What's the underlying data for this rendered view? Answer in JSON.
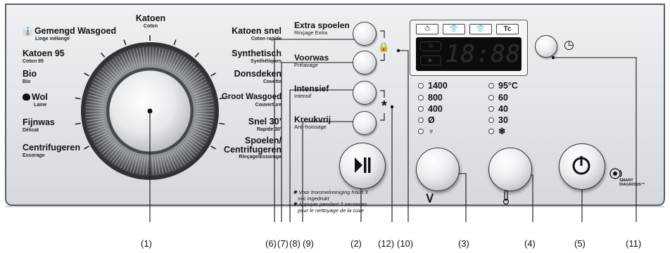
{
  "programs": {
    "top": {
      "main": "Katoen",
      "sub": "Coton"
    },
    "left": [
      {
        "main": "Gemengd Wasgoed",
        "sub": "Linge mélangé"
      },
      {
        "main": "Katoen 95",
        "sub": "Coton 95"
      },
      {
        "main": "Bio",
        "sub": "Bio"
      },
      {
        "main": "Wol",
        "sub": "Laine"
      },
      {
        "main": "Fijnwas",
        "sub": "Délicat"
      },
      {
        "main": "Centrifugeren",
        "sub": "Essorage"
      }
    ],
    "right": [
      {
        "main": "Katoen snel",
        "sub": "Coton rapide"
      },
      {
        "main": "Synthetisch",
        "sub": "Synthétiques"
      },
      {
        "main": "Donsdeken",
        "sub": "Couette"
      },
      {
        "main": "Groot Wasgoed",
        "sub": "Couverture"
      },
      {
        "main": "Snel 30’",
        "sub": "Rapide 30’"
      },
      {
        "main": "Spoelen/",
        "main2": "Centrifugeren",
        "sub": "Rinçage/Essorage"
      }
    ]
  },
  "options": [
    {
      "main": "Extra spoelen",
      "sub": "Rinçage Extra"
    },
    {
      "main": "Voorwas",
      "sub": "Prélavage"
    },
    {
      "main": "Intensief",
      "sub": "Intensif"
    },
    {
      "main": "Kreukvrij",
      "sub": "Anti-froissage"
    }
  ],
  "symbols": {
    "lock": "🔒",
    "star": "*",
    "clock": "◷"
  },
  "display": {
    "time": "18:88",
    "mode_icons": [
      "⏱",
      "👕",
      "👕",
      "Tc"
    ],
    "screen_icons": [
      "⚙",
      "▶"
    ]
  },
  "spin_speeds": [
    "1400",
    "800",
    "400",
    "Ø",
    "♆"
  ],
  "temperatures": [
    "95°C",
    "60",
    "40",
    "30",
    "❄"
  ],
  "note": [
    "✱ Voor trommelreiniging houd 3",
    "sec ingedrukt",
    "✱ Appuyer pendant 3 secondes",
    "pour le nettoyage de la cuve"
  ],
  "smart": {
    "line1": "SMART",
    "line2": "DIAGNOSIS™"
  },
  "callouts": [
    "(1)",
    "(6)",
    "(7)",
    "(8)",
    "(9)",
    "(2)",
    "(12)",
    "(10)",
    "(3)",
    "(4)",
    "(5)",
    "(11)"
  ],
  "colors": {
    "panel": "#e2e5e9",
    "panel_edge": "#5b5f64",
    "display_bg": "#0c0c0c"
  }
}
